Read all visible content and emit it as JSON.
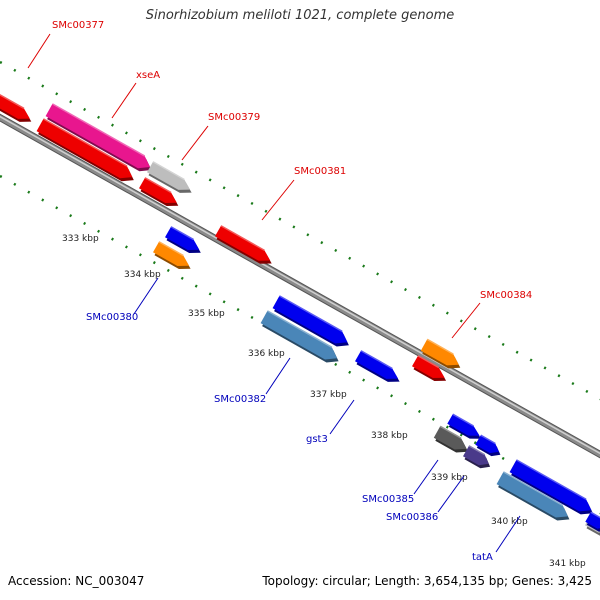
{
  "title": "Sinorhizobium meliloti 1021, complete genome",
  "accession": "Accession: NC_003047",
  "summary": "Topology: circular; Length: 3,654,135 bp; Genes: 3,425",
  "colors": {
    "red": "#ee0000",
    "blue": "#0000ee",
    "magenta": "#e8168e",
    "orange": "#ff8800",
    "grey": "#bdbdbd",
    "steelblue": "#4a86b8",
    "darkgrey": "#5a5a5a",
    "darkpurple": "#4a3a8a",
    "ruler_green": "#1a7a1a",
    "backbone": "#8a8a8a",
    "label_red": "#dd0000",
    "label_blue": "#0000bb"
  },
  "kbp_ticks": [
    "333 kbp",
    "334 kbp",
    "335 kbp",
    "336 kbp",
    "337 kbp",
    "338 kbp",
    "339 kbp",
    "340 kbp",
    "341 kbp"
  ],
  "labels": [
    "SMc00377",
    "xseA",
    "SMc00379",
    "SMc00381",
    "SMc00384",
    "SMc00380",
    "SMc00382",
    "gst3",
    "SMc00385",
    "SMc00386",
    "tatA"
  ]
}
